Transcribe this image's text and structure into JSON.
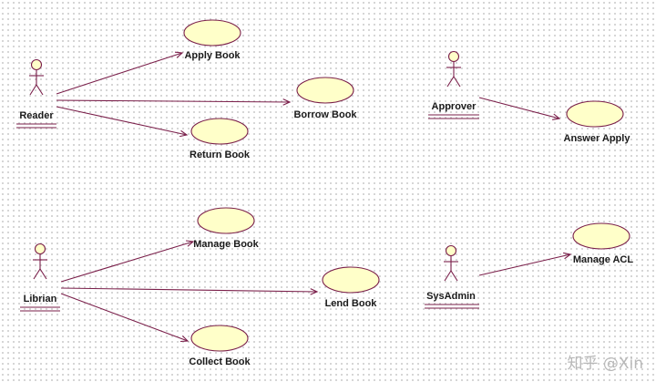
{
  "diagram": {
    "colors": {
      "line": "#7a1f4a",
      "fill": "#ffffc9",
      "stroke": "#7a1f4a"
    },
    "actors": [
      {
        "id": "reader",
        "label": "Reader"
      },
      {
        "id": "approver",
        "label": "Approver"
      },
      {
        "id": "librian",
        "label": "Librian"
      },
      {
        "id": "sysadmin",
        "label": "SysAdmin"
      }
    ],
    "use_cases": [
      {
        "id": "apply_book",
        "label": "Apply Book"
      },
      {
        "id": "borrow_book",
        "label": "Borrow Book"
      },
      {
        "id": "return_book",
        "label": "Return Book"
      },
      {
        "id": "answer_apply",
        "label": "Answer Apply"
      },
      {
        "id": "manage_book",
        "label": "Manage Book"
      },
      {
        "id": "lend_book",
        "label": "Lend Book"
      },
      {
        "id": "collect_book",
        "label": "Collect Book"
      },
      {
        "id": "manage_acl",
        "label": "Manage ACL"
      }
    ],
    "associations": [
      {
        "from": "reader",
        "to": "apply_book"
      },
      {
        "from": "reader",
        "to": "borrow_book"
      },
      {
        "from": "reader",
        "to": "return_book"
      },
      {
        "from": "approver",
        "to": "answer_apply"
      },
      {
        "from": "librian",
        "to": "manage_book"
      },
      {
        "from": "librian",
        "to": "lend_book"
      },
      {
        "from": "librian",
        "to": "collect_book"
      },
      {
        "from": "sysadmin",
        "to": "manage_acl"
      }
    ]
  },
  "watermark": {
    "text": "知乎 @Xin"
  }
}
